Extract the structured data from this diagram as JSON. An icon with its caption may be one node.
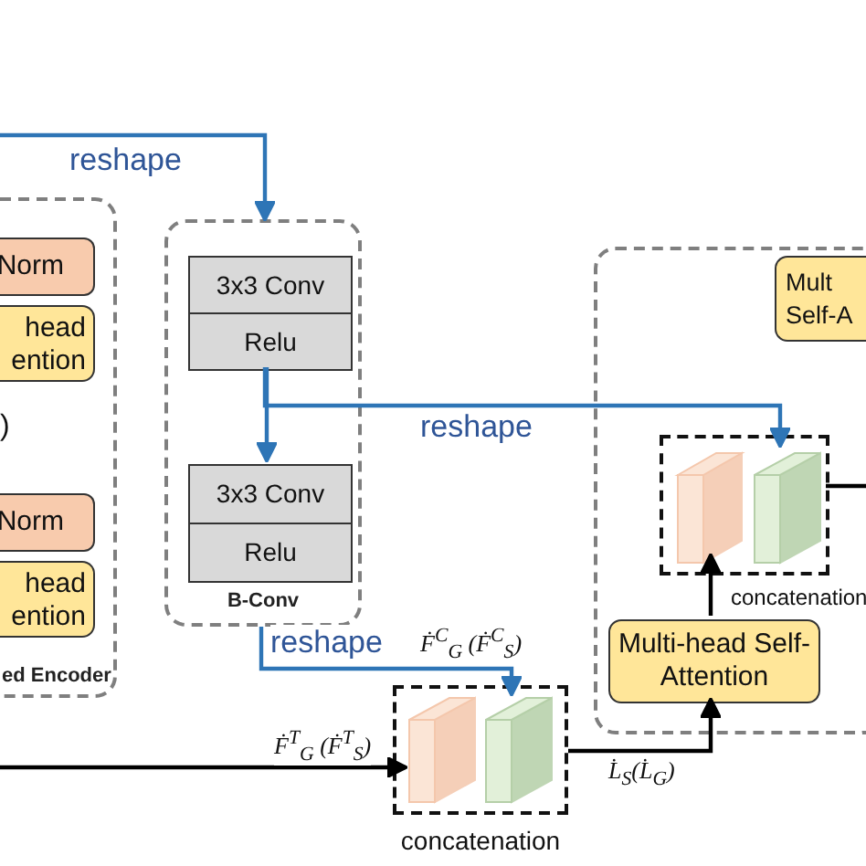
{
  "diagram": {
    "nodes": [
      {
        "text": [
          "ed Encoder"
        ]
      },
      {
        "text": [
          "Norm"
        ],
        "in": 0
      },
      {
        "text": [
          "head ention"
        ],
        "in": 0
      },
      {
        "text": [
          "Norm"
        ],
        "in": 0
      },
      {
        "text": [
          "head ention"
        ],
        "in": 0
      },
      {
        "text": [
          "B-Conv"
        ]
      },
      {
        "text": [
          "3x3 Conv",
          "Relu"
        ],
        "in": 5
      },
      {
        "text": [
          "3x3 Conv",
          "Relu"
        ],
        "in": 5
      },
      {
        "text": [],
        "shape": "box"
      },
      {
        "text": [
          "Mult Self-A"
        ],
        "in": 8
      },
      {
        "text": [
          "concatenation"
        ],
        "in": 8
      },
      {
        "text": [],
        "shape": "box",
        "in": 10
      },
      {
        "text": [],
        "shape": "box",
        "in": 10
      },
      {
        "text": [
          "Multi-head Self-Attention"
        ],
        "in": 8
      },
      {
        "text": [
          "concatenation"
        ]
      },
      {
        "text": [],
        "shape": "box",
        "in": 14
      },
      {
        "text": [],
        "shape": "box",
        "in": 14
      }
    ],
    "edges": [
      {
        "from": null,
        "to": 5,
        "arrow": "to",
        "label": "reshape",
        "color": "#2e75b6"
      },
      {
        "from": 6,
        "to": 7,
        "arrow": "to",
        "color": "#2e75b6"
      },
      {
        "from": 6,
        "to": 12,
        "arrow": "to",
        "label": "reshape",
        "color": "#2e75b6"
      },
      {
        "from": 5,
        "to": 16,
        "arrow": "to",
        "label": "reshape",
        "color": "#2e75b6"
      },
      {
        "from": null,
        "to": 15,
        "arrow": "to",
        "label": "Ḟ$^{T}$$_{G}$ (Ḟ$^{T}$$_{S}$)",
        "color": "#000000"
      },
      {
        "from": 14,
        "to": 13,
        "arrow": "to",
        "label": "L̇$_{S}$(L̇$_{G}$)",
        "color": "#000000"
      },
      {
        "from": 13,
        "to": 11,
        "arrow": "to",
        "color": "#000000"
      },
      {
        "from": 10,
        "to": null,
        "arrow": "none",
        "color": "#000000"
      }
    ],
    "labels": [
      ")",
      "Ḟ$^{C}$$_{G}$ (Ḟ$^{C}$$_{S}$)"
    ]
  }
}
